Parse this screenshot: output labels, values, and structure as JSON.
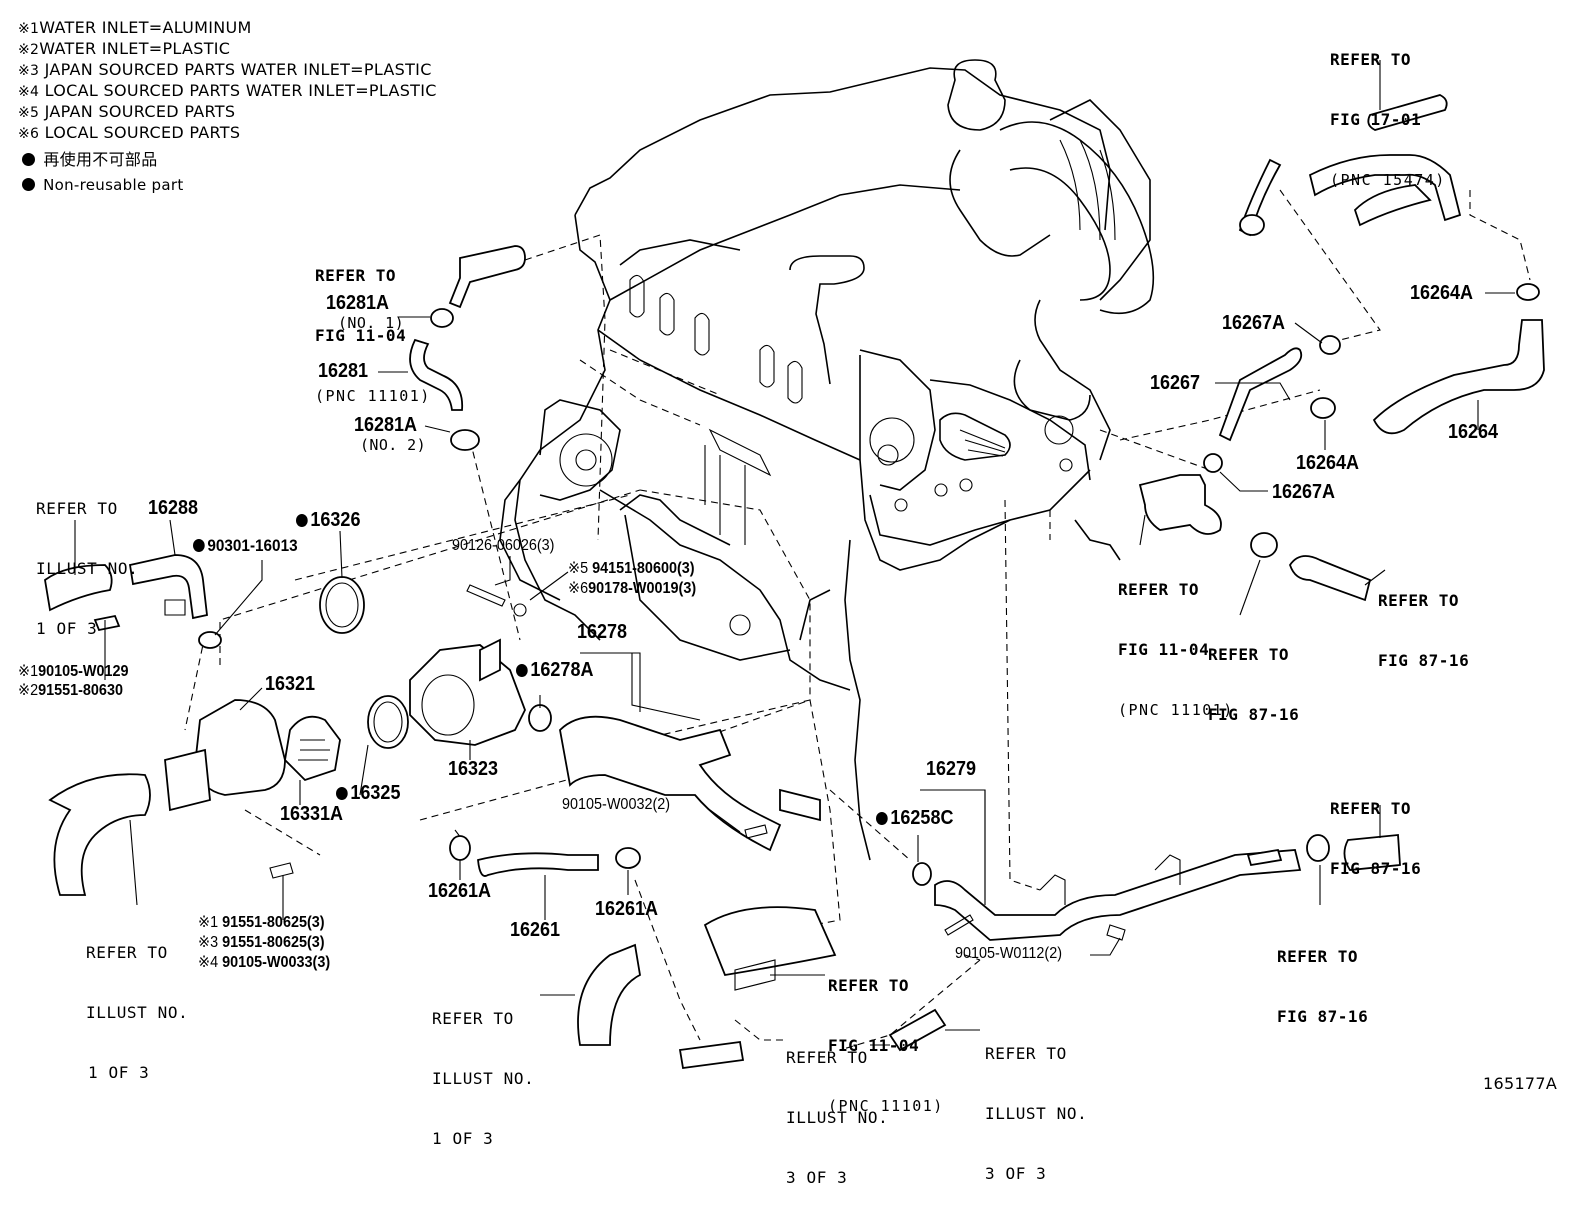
{
  "notes": [
    {
      "mark": "※1",
      "text": "WATER INLET=ALUMINUM"
    },
    {
      "mark": "※2",
      "text": "WATER INLET=PLASTIC"
    },
    {
      "mark": "※3",
      "text": "JAPAN SOURCED PARTS WATER INLET=PLASTIC"
    },
    {
      "mark": "※4",
      "text": "LOCAL SOURCED PARTS WATER INLET=PLASTIC"
    },
    {
      "mark": "※5",
      "text": "JAPAN SOURCED PARTS"
    },
    {
      "mark": "※6",
      "text": "LOCAL SOURCED PARTS"
    }
  ],
  "legend": {
    "non_reusable_jp": "再使用不可部品",
    "non_reusable_en": "Non-reusable part"
  },
  "refs": {
    "fig_17_01": [
      "REFER TO",
      "FIG 17-01",
      "(PNC 15474)"
    ],
    "fig_11_04_top": [
      "REFER TO",
      "FIG 11-04",
      "(PNC 11101)"
    ],
    "fig_11_04_right": [
      "REFER TO",
      "FIG 11-04",
      "(PNC 11101)"
    ],
    "fig_11_04_bottom": [
      "REFER TO",
      "FIG 11-04",
      "(PNC 11101)"
    ],
    "fig_87_16_a": [
      "REFER TO",
      "FIG 87-16"
    ],
    "fig_87_16_b": [
      "REFER TO",
      "FIG 87-16"
    ],
    "fig_87_16_c": [
      "REFER TO",
      "FIG 87-16"
    ],
    "fig_87_16_d": [
      "REFER TO",
      "FIG 87-16"
    ],
    "illust_1_left_top": [
      "REFER TO",
      "ILLUST NO.",
      "1 OF 3"
    ],
    "illust_1_left_bottom": [
      "REFER TO",
      "ILLUST NO.",
      "1 OF 3"
    ],
    "illust_1_bottom": [
      "REFER TO",
      "ILLUST NO.",
      "1 OF 3"
    ],
    "illust_3_a": [
      "REFER TO",
      "ILLUST NO.",
      "3 OF 3"
    ],
    "illust_3_b": [
      "REFER TO",
      "ILLUST NO.",
      "3 OF 3"
    ]
  },
  "parts": {
    "p16281A_1": "16281A",
    "p16281A_1_sub": "(NO. 1)",
    "p16281": "16281",
    "p16281A_2": "16281A",
    "p16281A_2_sub": "(NO. 2)",
    "p16288": "16288",
    "p90301": "90301-16013",
    "p16326": "16326",
    "p90126": "90126-06026(3)",
    "p94151": "94151-80600(3)",
    "p94151_mark": "※5",
    "p90178": "90178-W0019(3)",
    "p90178_mark": "※6",
    "p16278": "16278",
    "p16278A": "16278A",
    "p90105_w0129": "90105-W0129",
    "p90105_w0129_mark": "※1",
    "p91551_80630": "91551-80630",
    "p91551_80630_mark": "※2",
    "p16321": "16321",
    "p16323": "16323",
    "p16325": "16325",
    "p16331A": "16331A",
    "p90105_w0032": "90105-W0032(2)",
    "p16261A_l": "16261A",
    "p16261": "16261",
    "p16261A_r": "16261A",
    "p91551_80625_a": "91551-80625(3)",
    "p91551_80625_a_mark": "※1",
    "p91551_80625_b": "91551-80625(3)",
    "p91551_80625_b_mark": "※3",
    "p90105_w0033": "90105-W0033(3)",
    "p90105_w0033_mark": "※4",
    "p16279": "16279",
    "p16258C": "16258C",
    "p90105_w0112": "90105-W0112(2)",
    "p16264A_top": "16264A",
    "p16267A_top": "16267A",
    "p16267": "16267",
    "p16264": "16264",
    "p16264A_bottom": "16264A",
    "p16267A_bottom": "16267A"
  },
  "figure_id": "165177A"
}
